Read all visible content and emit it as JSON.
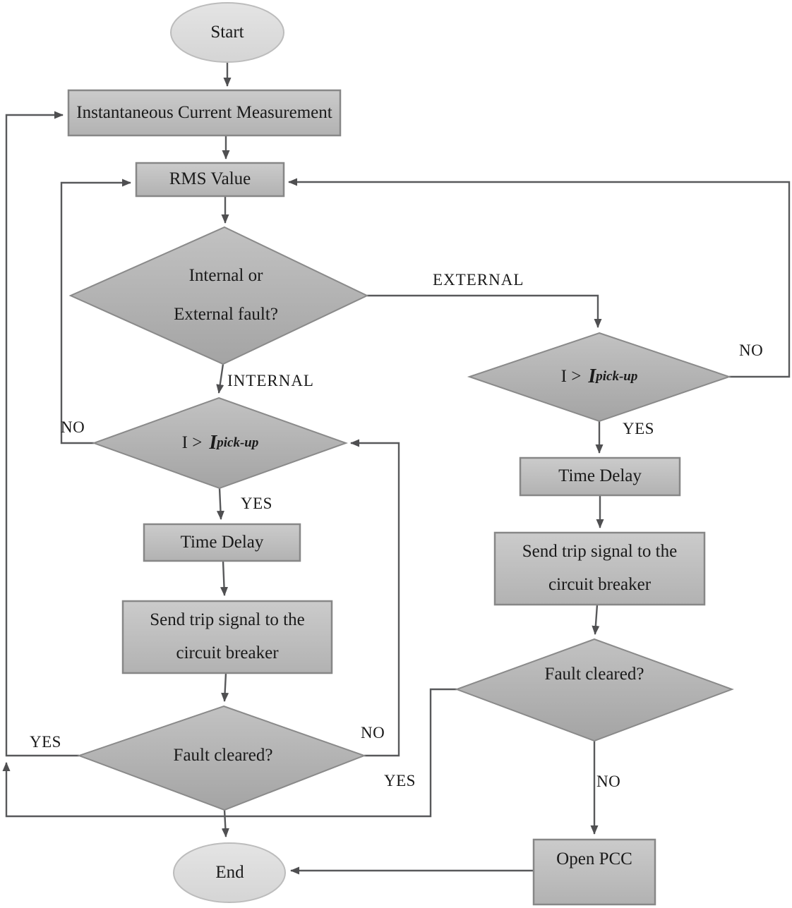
{
  "nodes": {
    "start": "Start",
    "measurement": "Instantaneous Current Measurement",
    "rms": "RMS Value",
    "fault_type": {
      "line1": "Internal or",
      "line2": "External fault?"
    },
    "pickup": {
      "lhs": "I >",
      "var": "I",
      "sub": "pick-up"
    },
    "time_delay": "Time Delay",
    "trip": {
      "line1": "Send trip signal to the",
      "line2": "circuit breaker"
    },
    "fault_cleared": "Fault cleared?",
    "open_pcc": "Open PCC",
    "end": "End"
  },
  "edge_labels": {
    "external": "EXTERNAL",
    "internal": "INTERNAL",
    "left_pickup_yes": "YES",
    "left_pickup_no": "NO",
    "left_cleared_yes": "YES",
    "left_cleared_no": "NO",
    "right_pickup_yes": "YES",
    "right_pickup_no": "NO",
    "right_cleared_yes": "YES",
    "right_cleared_no": "NO"
  },
  "colors": {
    "background": "#ffffff",
    "process_fill_top": "#cbcbcb",
    "process_fill_bottom": "#b2b2b2",
    "process_border": "#878787",
    "decision_fill_top": "#c0c0c0",
    "decision_fill_bottom": "#a4a4a4",
    "decision_border": "#8a8a8a",
    "terminal_fill_top": "#e4e4e4",
    "terminal_fill_bottom": "#d5d5d5",
    "terminal_border": "#bcbcbc",
    "line": "#58595b",
    "text": "#1a1a1a"
  }
}
